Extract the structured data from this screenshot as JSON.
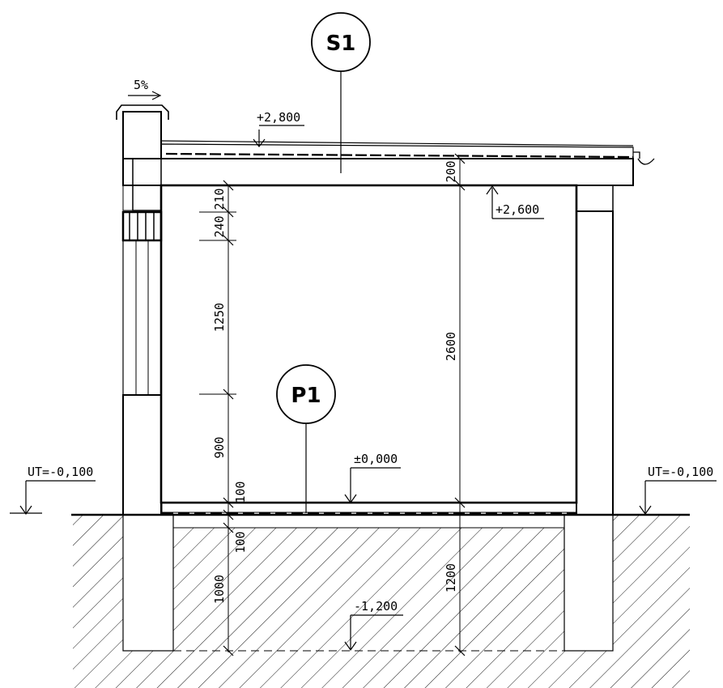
{
  "tags": {
    "roof": "S1",
    "floor": "P1"
  },
  "levels": {
    "roof_top": "+2,800",
    "ceiling": "+2,600",
    "floor": "±0,000",
    "terrain_left": "UT=-0,100",
    "terrain_right": "UT=-0,100",
    "foundation": "-1,200"
  },
  "slope": "5%",
  "dimensions": {
    "roof_slab": "200",
    "lintel": "210",
    "window_head": "240",
    "window": "1250",
    "parapet": "900",
    "floor_upper": "100",
    "floor_lower": "100",
    "footing": "1000",
    "room_height": "2600",
    "foundation_depth": "1200"
  }
}
